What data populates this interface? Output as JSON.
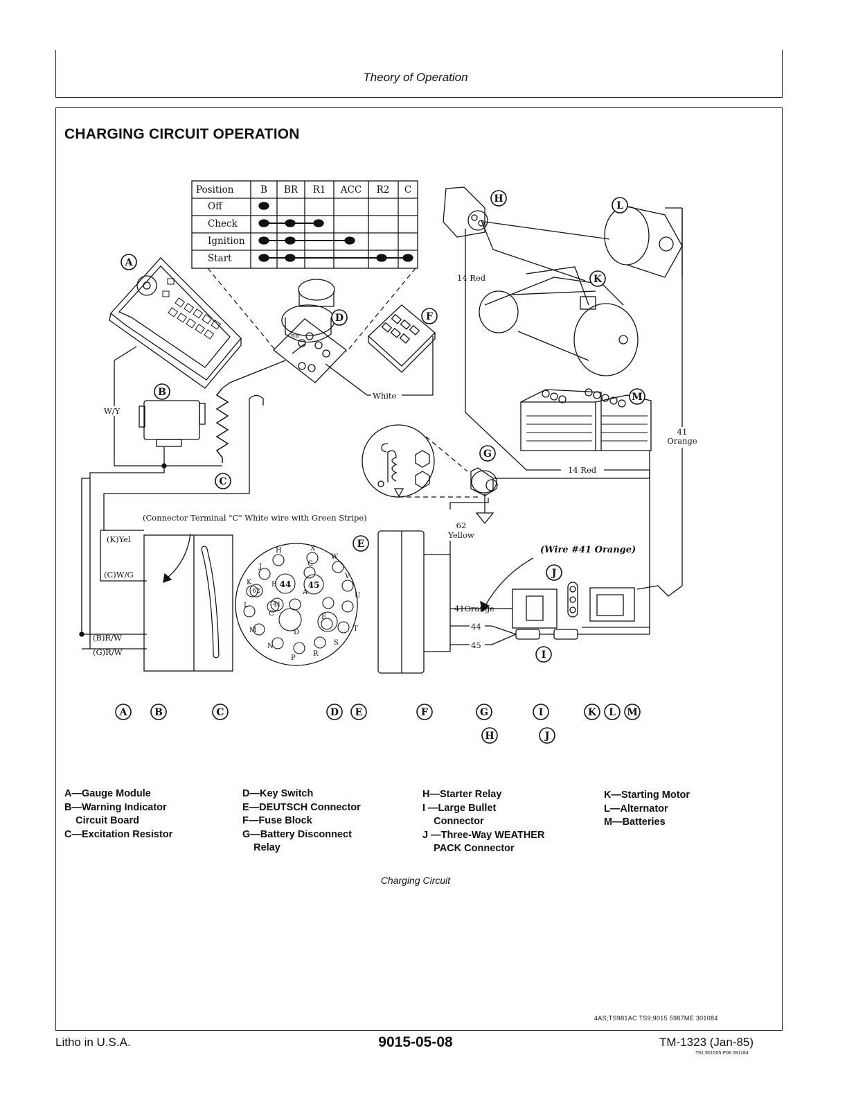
{
  "header": {
    "title": "Theory of Operation"
  },
  "section_title": "CHARGING CIRCUIT OPERATION",
  "switch_table": {
    "columns": [
      "Position",
      "B",
      "BR",
      "R1",
      "ACC",
      "R2",
      "C"
    ],
    "rows": [
      "Off",
      "Check",
      "Ignition",
      "Start"
    ]
  },
  "component_letters": [
    "A",
    "B",
    "C",
    "D",
    "E",
    "F",
    "G",
    "H",
    "I",
    "J",
    "K",
    "L",
    "M"
  ],
  "wire_labels": {
    "wy": "W/Y",
    "white": "White",
    "red14_a": "14 Red",
    "red14_b": "14 Red",
    "orange41_num": "41",
    "orange41_name": "Orange",
    "connector_note": "(Connector Terminal \"C\" White wire with Green Stripe)",
    "k_yel": "(K)Yel",
    "c_wg": "(C)W/G",
    "b_rw": "(B)R/W",
    "g_rw": "(G)R/W",
    "yellow62_num": "62",
    "yellow62_name": "Yellow",
    "orange41_pin": "41Orange",
    "wire44": "44",
    "wire45": "45",
    "handnote": "(Wire #41 Orange)"
  },
  "connector_pins": [
    "H",
    "X",
    "J",
    "W",
    "G",
    "K",
    "B",
    "44",
    "A",
    "45",
    "V",
    "62",
    "41",
    "U",
    "L",
    "C",
    "E",
    "T",
    "M",
    "D",
    "N",
    "S",
    "P",
    "R"
  ],
  "legend": {
    "col1": [
      "A—Gauge Module",
      "B—Warning Indicator",
      "    Circuit Board",
      "C—Excitation Resistor"
    ],
    "col2": [
      "D—Key Switch",
      "E—DEUTSCH Connector",
      "F—Fuse Block",
      "G—Battery Disconnect",
      "    Relay"
    ],
    "col3": [
      "H—Starter Relay",
      "I —Large Bullet",
      "    Connector",
      "J —Three-Way WEATHER",
      "    PACK Connector"
    ],
    "col4": [
      "K—Starting Motor",
      "L—Alternator",
      "M—Batteries"
    ]
  },
  "caption": "Charging Circuit",
  "ref_code": "4AS;TS981AC  TS9;9015  5987ME  301084",
  "footer": {
    "left": "Litho in U.S.A.",
    "center": "9015-05-08",
    "right": "TM-1323 (Jan-85)",
    "ref": "T91;901505  P08  091184"
  }
}
